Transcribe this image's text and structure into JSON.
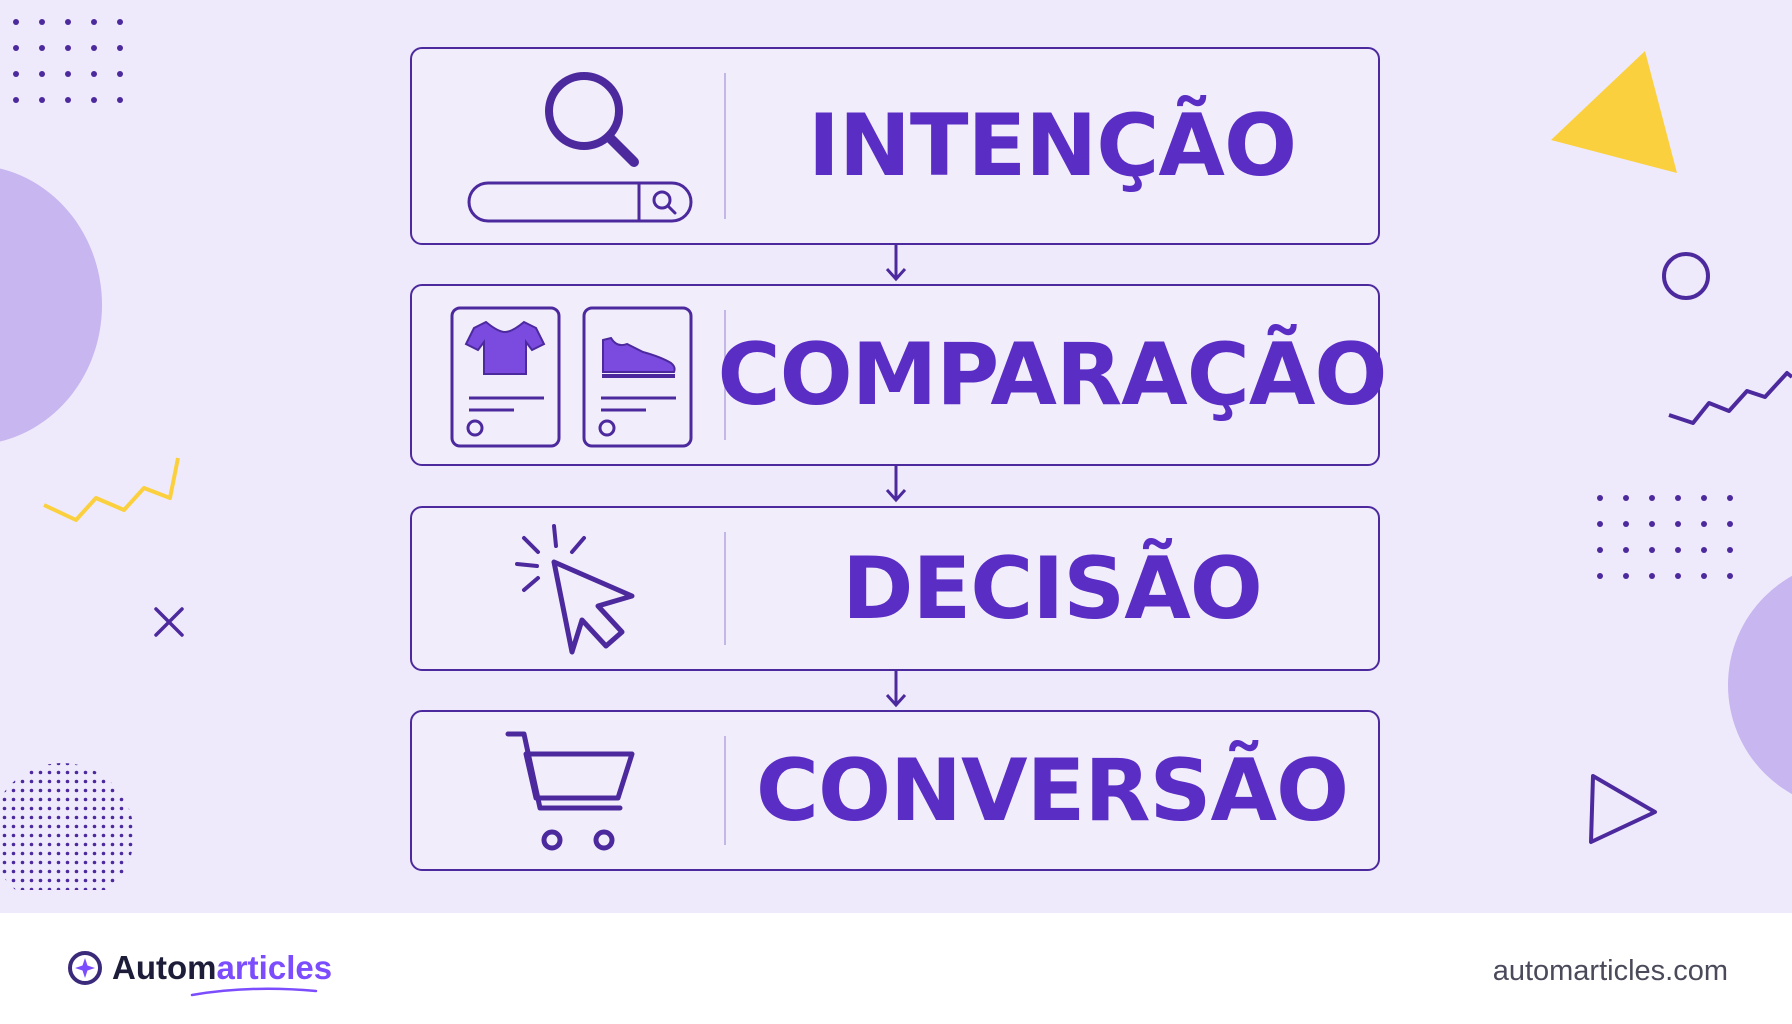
{
  "steps": [
    {
      "label": "INTENÇÃO",
      "icon": "search-bar-magnifier-icon"
    },
    {
      "label": "COMPARAÇÃO",
      "icon": "product-cards-icon"
    },
    {
      "label": "DECISÃO",
      "icon": "cursor-click-icon"
    },
    {
      "label": "CONVERSÃO",
      "icon": "shopping-cart-icon"
    }
  ],
  "footer": {
    "brand_prefix": "Autom",
    "brand_accent": "articles",
    "site": "automarticles.com"
  },
  "colors": {
    "background": "#efeafb",
    "primary": "#5a2dc4",
    "outline": "#4c2a9e",
    "yellow": "#fbd03f",
    "lavender": "#c7b6ef"
  }
}
